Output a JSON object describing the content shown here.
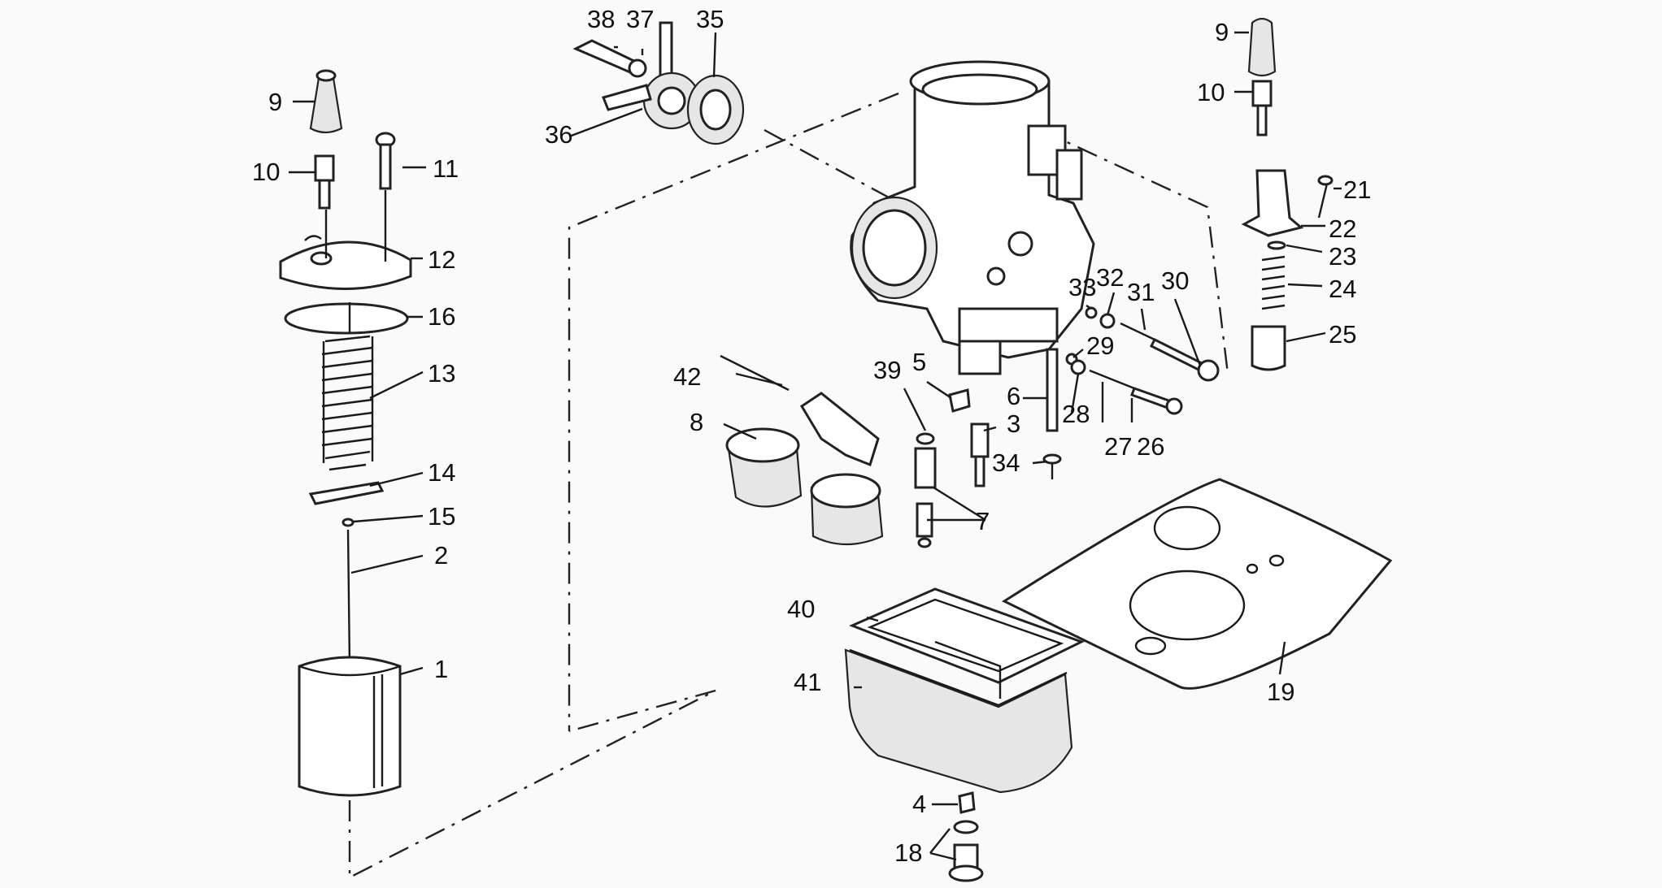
{
  "callouts": [
    {
      "id": "c1",
      "text": "1"
    },
    {
      "id": "c2",
      "text": "2"
    },
    {
      "id": "c3",
      "text": "3"
    },
    {
      "id": "c4",
      "text": "4"
    },
    {
      "id": "c5",
      "text": "5"
    },
    {
      "id": "c6",
      "text": "6"
    },
    {
      "id": "c7",
      "text": "7"
    },
    {
      "id": "c8",
      "text": "8"
    },
    {
      "id": "c9a",
      "text": "9"
    },
    {
      "id": "c9b",
      "text": "9"
    },
    {
      "id": "c10a",
      "text": "10"
    },
    {
      "id": "c10b",
      "text": "10"
    },
    {
      "id": "c11",
      "text": "11"
    },
    {
      "id": "c12",
      "text": "12"
    },
    {
      "id": "c13",
      "text": "13"
    },
    {
      "id": "c14",
      "text": "14"
    },
    {
      "id": "c15",
      "text": "15"
    },
    {
      "id": "c16",
      "text": "16"
    },
    {
      "id": "c18",
      "text": "18"
    },
    {
      "id": "c19",
      "text": "19"
    },
    {
      "id": "c21",
      "text": "21"
    },
    {
      "id": "c22",
      "text": "22"
    },
    {
      "id": "c23",
      "text": "23"
    },
    {
      "id": "c24",
      "text": "24"
    },
    {
      "id": "c25",
      "text": "25"
    },
    {
      "id": "c26",
      "text": "26"
    },
    {
      "id": "c27",
      "text": "27"
    },
    {
      "id": "c28",
      "text": "28"
    },
    {
      "id": "c29",
      "text": "29"
    },
    {
      "id": "c30",
      "text": "30"
    },
    {
      "id": "c31",
      "text": "31"
    },
    {
      "id": "c32",
      "text": "32"
    },
    {
      "id": "c33",
      "text": "33"
    },
    {
      "id": "c34",
      "text": "34"
    },
    {
      "id": "c35",
      "text": "35"
    },
    {
      "id": "c36",
      "text": "36"
    },
    {
      "id": "c37",
      "text": "37"
    },
    {
      "id": "c38",
      "text": "38"
    },
    {
      "id": "c39",
      "text": "39"
    },
    {
      "id": "c40",
      "text": "40"
    },
    {
      "id": "c41",
      "text": "41"
    },
    {
      "id": "c42",
      "text": "42"
    }
  ],
  "colors": {
    "ink": "#1a1a1a",
    "background": "#fafafa"
  }
}
